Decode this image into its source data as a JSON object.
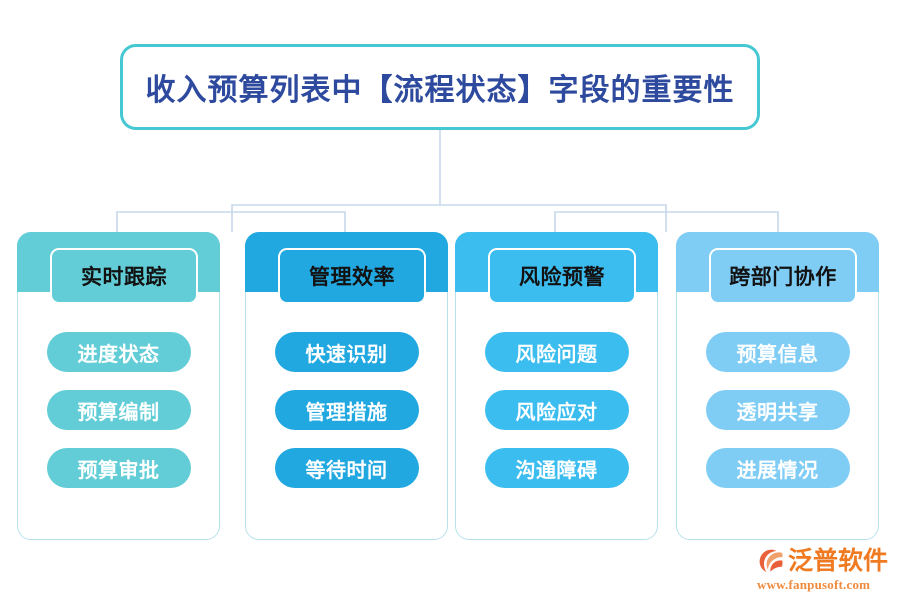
{
  "title": {
    "text": "收入预算列表中【流程状态】字段的重要性",
    "border_color": "#45c8d2",
    "text_color": "#2e4a9e"
  },
  "connector_color": "#c7d8ea",
  "columns": [
    {
      "header": "实时跟踪",
      "color": "#62cdd6",
      "items": [
        "进度状态",
        "预算编制",
        "预算审批"
      ]
    },
    {
      "header": "管理效率",
      "color": "#22a8e0",
      "items": [
        "快速识别",
        "管理措施",
        "等待时间"
      ]
    },
    {
      "header": "风险预警",
      "color": "#3cbdf0",
      "items": [
        "风险问题",
        "风险应对",
        "沟通障碍"
      ]
    },
    {
      "header": "跨部门协作",
      "color": "#7fcdf5",
      "items": [
        "预算信息",
        "透明共享",
        "进展情况"
      ]
    }
  ],
  "logo": {
    "name": "泛普软件",
    "url": "www.fanpusoft.com",
    "color": "#f07a22"
  }
}
